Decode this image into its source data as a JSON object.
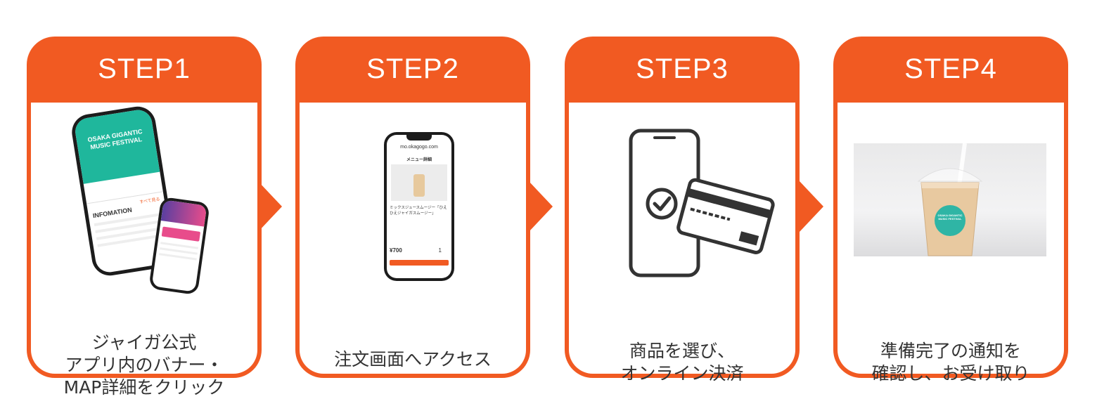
{
  "steps": [
    {
      "title": "STEP1",
      "caption_lines": [
        "ジャイガ公式",
        "アプリ内のバナー・",
        "MAP詳細をクリック"
      ],
      "screen": {
        "banner_line1": "OSAKA GIGANTIC",
        "banner_line2": "MUSIC FESTIVAL",
        "section_title": "INFOMATION",
        "see_all": "すべて見る"
      }
    },
    {
      "title": "STEP2",
      "caption_lines": [
        "注文画面へアクセス"
      ],
      "screen": {
        "url": "mo.okagogo.com",
        "header": "メニュー詳細",
        "product": "ミックスジュースムージー「ひえひえジャイガスムージー」",
        "price": "¥700",
        "qty": "1"
      }
    },
    {
      "title": "STEP3",
      "caption_lines": [
        "商品を選び、",
        "オンライン決済"
      ]
    },
    {
      "title": "STEP4",
      "caption_lines": [
        "準備完了の通知を",
        "確認し、お受け取り"
      ],
      "cup_logo": [
        "OSAKA GIGANTIC",
        "MUSIC FESTIVAL"
      ]
    }
  ],
  "colors": {
    "accent": "#f15a22",
    "teal": "#1fb79c"
  },
  "icons": [
    "check-icon",
    "credit-card-icon",
    "smartphone-icon",
    "arrow-right-icon"
  ]
}
